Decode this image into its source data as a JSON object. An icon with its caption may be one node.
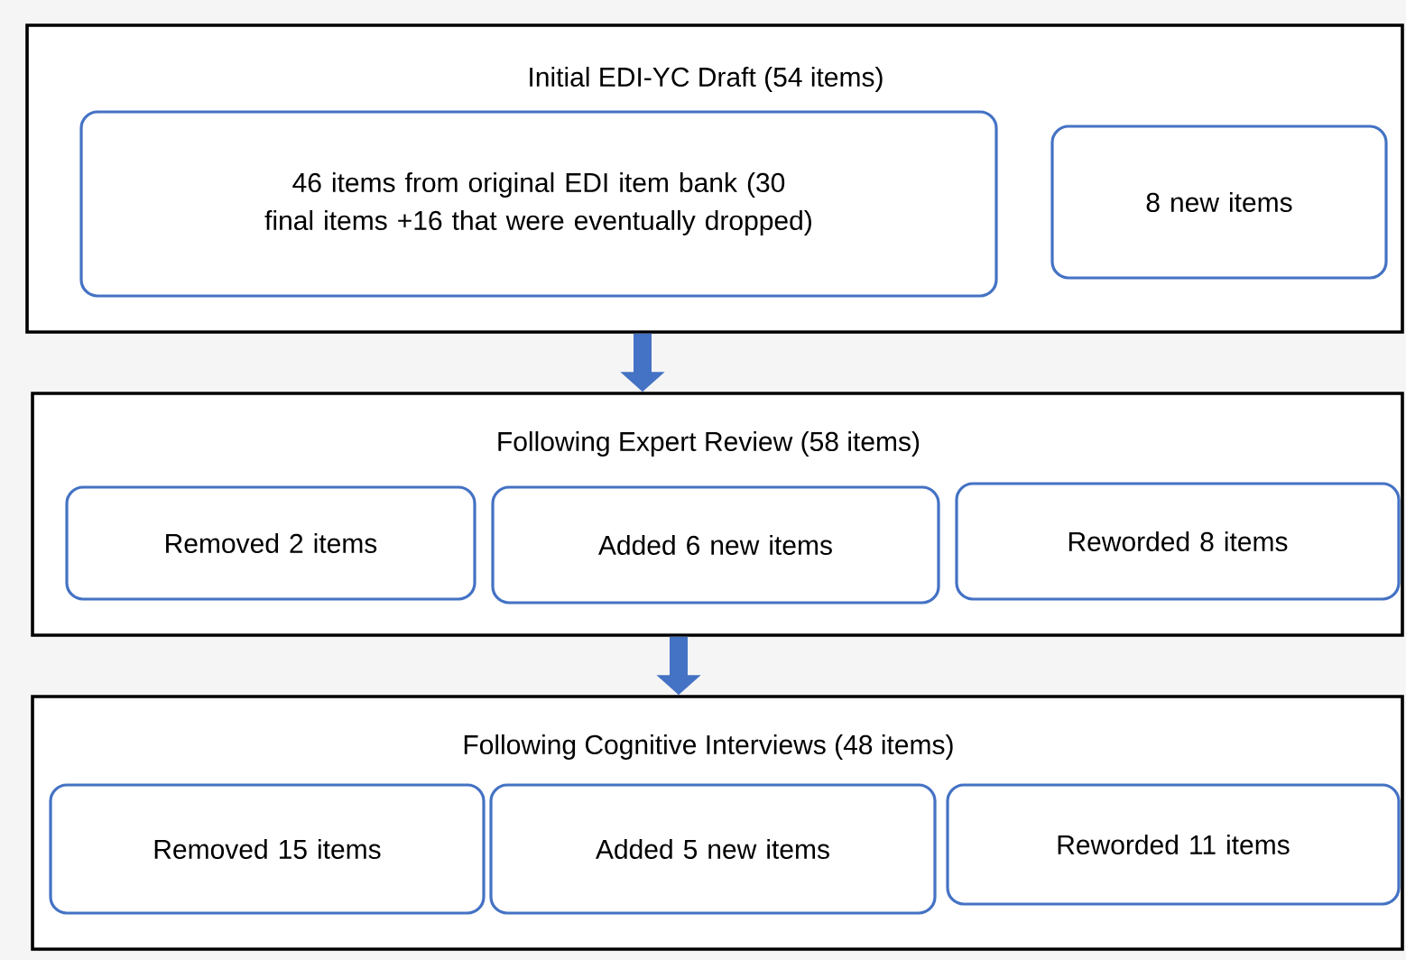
{
  "diagram": {
    "nodes": [
      {
        "text": [
          "Initial EDI-YC Draft (54 items)"
        ]
      },
      {
        "text": [
          "46 items from original EDI item bank (30 final items +16 that were eventually dropped)"
        ],
        "in": 0
      },
      {
        "text": [
          "8 new items"
        ],
        "in": 0
      },
      {
        "text": [
          "Following Expert Review (58 items)"
        ]
      },
      {
        "text": [
          "Removed 2 items"
        ],
        "in": 3
      },
      {
        "text": [
          "Added 6 new items"
        ],
        "in": 3
      },
      {
        "text": [
          "Reworded 8 items"
        ],
        "in": 3
      },
      {
        "text": [
          "Following Cognitive Interviews (48 items)"
        ]
      },
      {
        "text": [
          "Removed 15 items"
        ],
        "in": 7
      },
      {
        "text": [
          "Added 5 new items"
        ],
        "in": 7
      },
      {
        "text": [
          "Reworded 11 items"
        ],
        "in": 7
      }
    ],
    "edges": [
      {
        "from": 0,
        "to": 3,
        "arrow": "to"
      },
      {
        "from": 3,
        "to": 7,
        "arrow": "to"
      }
    ]
  }
}
